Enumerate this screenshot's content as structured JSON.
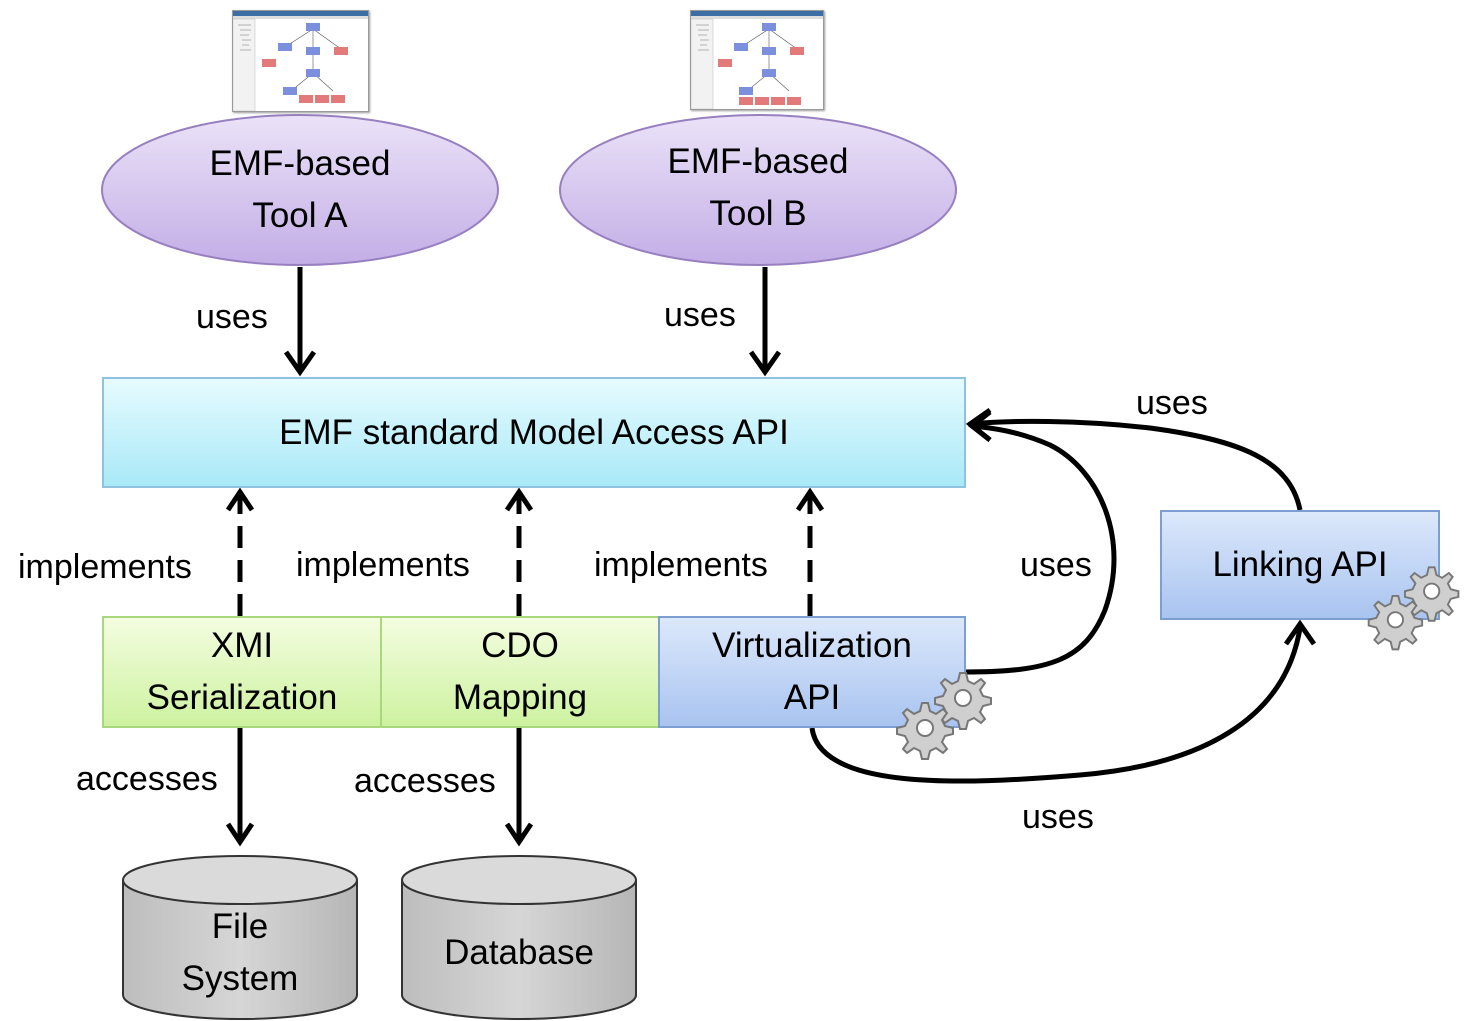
{
  "tools": [
    {
      "line1": "EMF-based",
      "line2": "Tool A"
    },
    {
      "line1": "EMF-based",
      "line2": "Tool B"
    }
  ],
  "api": {
    "label": "EMF standard Model Access API"
  },
  "implementations": [
    {
      "line1": "XMI",
      "line2": "Serialization"
    },
    {
      "line1": "CDO",
      "line2": "Mapping"
    },
    {
      "line1": "Virtualization",
      "line2": "API"
    }
  ],
  "linking": {
    "label": "Linking API"
  },
  "stores": [
    {
      "line1": "File",
      "line2": "System"
    },
    {
      "line1": "Database"
    }
  ],
  "edges": {
    "uses_tool_a": "uses",
    "uses_tool_b": "uses",
    "uses_linking_to_api": "uses",
    "uses_virt_to_api": "uses",
    "uses_virt_to_linking": "uses",
    "implements_xmi": "implements",
    "implements_cdo": "implements",
    "implements_virt": "implements",
    "accesses_file": "accesses",
    "accesses_db": "accesses"
  },
  "colors": {
    "tool_fill": "#d3c2ec",
    "api_fill": "#bfeefa",
    "impl_fill": "#dff7bf",
    "virt_fill": "#c2d5f5",
    "store_fill": "#c8c8c8"
  }
}
